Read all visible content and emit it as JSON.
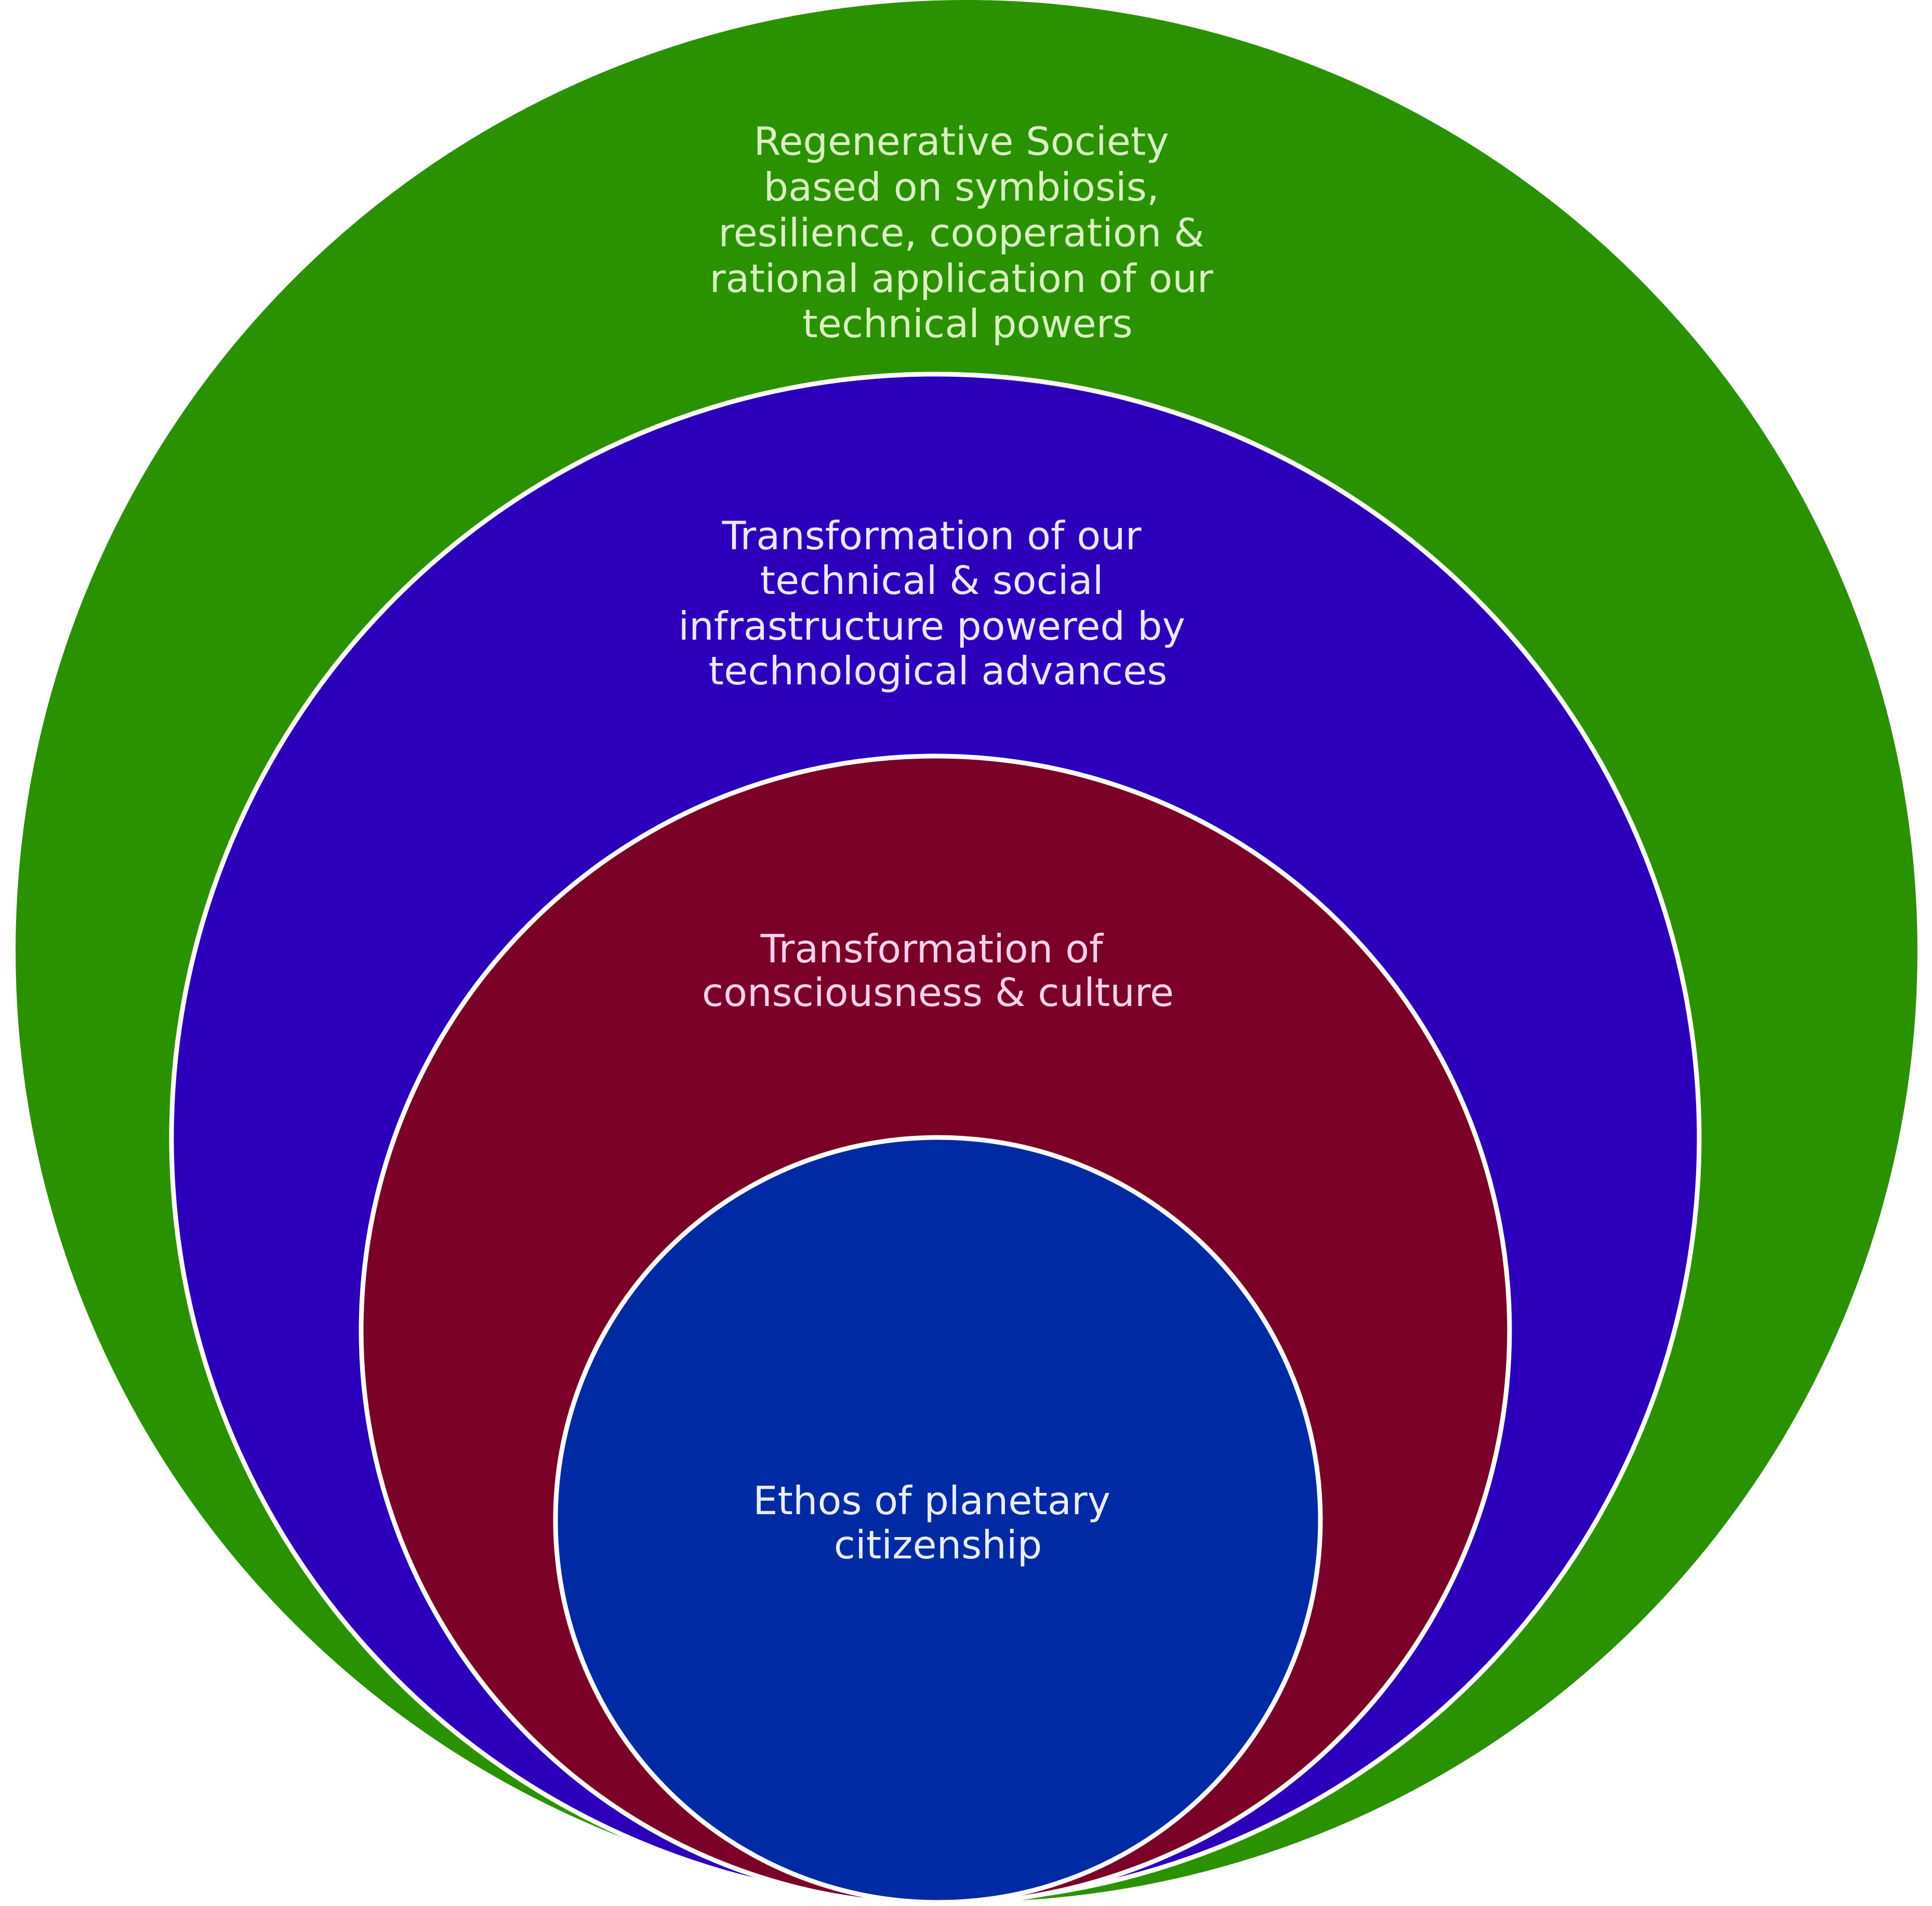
{
  "rings": [
    {
      "id": "outer",
      "color": "#2a9200",
      "text_color": "#d9f2c0",
      "lines": [
        "Regenerative Society",
        "based on symbiosis,",
        "resilience, cooperation &",
        "rational application of our",
        "technical powers"
      ]
    },
    {
      "id": "second",
      "color": "#2c00bb",
      "text_color": "#ece6ff",
      "lines": [
        "Transformation of our",
        "technical & social",
        "infrastructure powered by",
        "technological advances"
      ]
    },
    {
      "id": "third",
      "color": "#7b0028",
      "text_color": "#ffd0ee",
      "lines": [
        "Transformation of",
        "consciousness & culture"
      ]
    },
    {
      "id": "inner",
      "color": "#002aa3",
      "text_color": "#e8eeff",
      "lines": [
        "Ethos of planetary",
        "citizenship"
      ]
    }
  ],
  "border_color": "#ffffff"
}
